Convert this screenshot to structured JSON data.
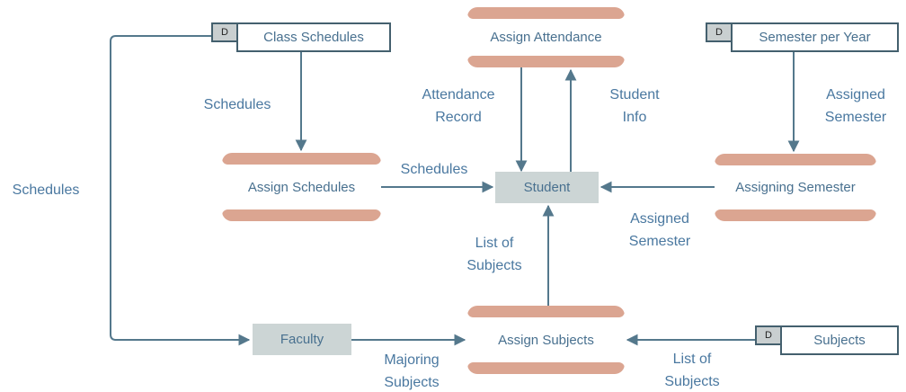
{
  "colors": {
    "line": "#54788c",
    "flow_text": "#4a78a0",
    "node_text": "#48708f",
    "process_band": "#dba591",
    "entity_fill": "#ccd5d5",
    "datastore_border": "#44606e",
    "datastore_tag_fill": "#c9cfd0"
  },
  "nodes": {
    "class_schedules": {
      "type": "datastore",
      "tag": "D",
      "label": "Class Schedules"
    },
    "semester_per_year": {
      "type": "datastore",
      "tag": "D",
      "label": "Semester per Year"
    },
    "subjects": {
      "type": "datastore",
      "tag": "D",
      "label": "Subjects"
    },
    "assign_attendance": {
      "type": "process",
      "label": "Assign Attendance"
    },
    "assign_schedules": {
      "type": "process",
      "label": "Assign Schedules"
    },
    "assigning_semester": {
      "type": "process",
      "label": "Assigning Semester"
    },
    "assign_subjects": {
      "type": "process",
      "label": "Assign Subjects"
    },
    "student": {
      "type": "entity",
      "label": "Student"
    },
    "faculty": {
      "type": "entity",
      "label": "Faculty"
    }
  },
  "flows": {
    "class_to_assign_schedules": {
      "label": "Schedules",
      "from": "Class Schedules",
      "to": "Assign Schedules"
    },
    "class_to_faculty": {
      "label": "Schedules",
      "from": "Class Schedules",
      "to": "Faculty"
    },
    "assign_schedules_to_student": {
      "label": "Schedules",
      "from": "Assign Schedules",
      "to": "Student"
    },
    "assign_attendance_to_student": {
      "label": "Attendance Record",
      "from": "Assign Attendance",
      "to": "Student"
    },
    "student_to_assign_attendance": {
      "label": "Student Info",
      "from": "Student",
      "to": "Assign Attendance"
    },
    "semester_to_assigning_semester": {
      "label": "Assigned Semester",
      "from": "Semester per Year",
      "to": "Assigning Semester"
    },
    "assigning_semester_to_student": {
      "label": "Assigned Semester",
      "from": "Assigning Semester",
      "to": "Student"
    },
    "assign_subjects_to_student": {
      "label": "List of Subjects",
      "from": "Assign Subjects",
      "to": "Student"
    },
    "faculty_to_assign_subjects": {
      "label": "Majoring Subjects",
      "from": "Faculty",
      "to": "Assign Subjects"
    },
    "subjects_to_assign_subjects": {
      "label": "List of Subjects",
      "from": "Subjects",
      "to": "Assign Subjects"
    }
  }
}
